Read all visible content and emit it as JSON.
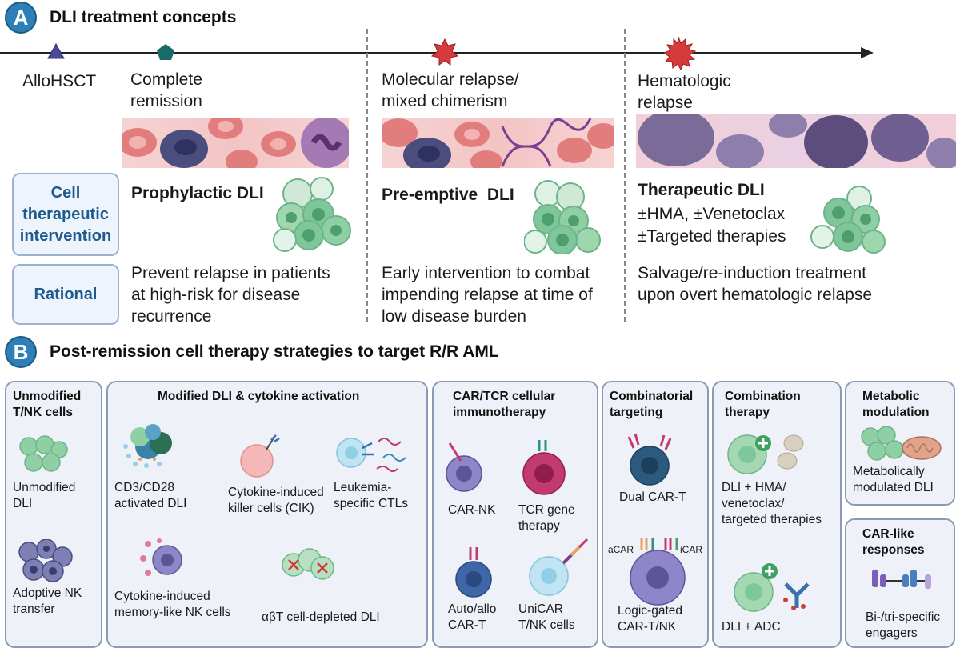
{
  "section_a": {
    "badge": "A",
    "title": "DLI treatment concepts",
    "timeline": {
      "start": "AlloHSCT",
      "stage1": [
        "Complete",
        "remission"
      ],
      "stage2": [
        "Molecular relapse/",
        "mixed chimerism"
      ],
      "stage3": [
        "Hematologic",
        "relapse"
      ]
    },
    "row_labels": {
      "intervention": [
        "Cell",
        "therapeutic",
        "intervention"
      ],
      "rationale": "Rational"
    },
    "columns": [
      {
        "heading": "Prophylactic DLI",
        "extra": [],
        "rationale": [
          "Prevent relapse in patients",
          "at high-risk for disease",
          "recurrence"
        ]
      },
      {
        "heading": "Pre-emptive  DLI",
        "extra": [],
        "rationale": [
          "Early intervention to combat",
          "impending relapse at time of",
          "low disease burden"
        ]
      },
      {
        "heading": "Therapeutic DLI",
        "extra": [
          "±HMA, ±Venetoclax",
          "±Targeted therapies"
        ],
        "rationale": [
          "Salvage/re-induction treatment",
          "upon overt hematologic relapse"
        ]
      }
    ]
  },
  "section_b": {
    "badge": "B",
    "title": "Post-remission cell therapy strategies to target R/R AML",
    "panels": {
      "unmodified": {
        "title": [
          "Unmodified",
          "T/NK cells"
        ],
        "items": [
          [
            "Unmodified",
            "DLI"
          ],
          [
            "Adoptive NK",
            "transfer"
          ]
        ]
      },
      "modified": {
        "title": "Modified DLI & cytokine activation",
        "items": [
          [
            "CD3/CD28",
            "activated DLI"
          ],
          [
            "Cytokine-induced",
            "killer cells (CIK)"
          ],
          [
            "Leukemia-",
            "specific CTLs"
          ],
          [
            "Cytokine-induced",
            "memory-like NK cells"
          ],
          [
            "αβT cell-depleted DLI"
          ]
        ]
      },
      "car_tcr": {
        "title": [
          "CAR/TCR cellular",
          "immunotherapy"
        ],
        "items": [
          [
            "CAR-NK"
          ],
          [
            "TCR gene",
            "therapy"
          ],
          [
            "Auto/allo",
            "CAR-T"
          ],
          [
            "UniCAR",
            "T/NK cells"
          ]
        ]
      },
      "combinatorial": {
        "title": [
          "Combinatorial",
          "targeting"
        ],
        "items": [
          [
            "Dual CAR-T"
          ],
          [
            "Logic-gated",
            "CAR-T/NK"
          ]
        ],
        "labels": {
          "acar": "aCAR",
          "icar": "iCAR"
        }
      },
      "combination": {
        "title": [
          "Combination",
          "therapy"
        ],
        "items": [
          [
            "DLI + HMA/",
            "venetoclax/",
            "targeted therapies"
          ],
          [
            "DLI + ADC"
          ]
        ]
      },
      "metabolic": {
        "title": [
          "Metabolic",
          "modulation"
        ],
        "items": [
          [
            "Metabolically",
            "modulated DLI"
          ]
        ]
      },
      "carlike": {
        "title": [
          "CAR-like",
          "responses"
        ],
        "items": [
          [
            "Bi-/tri-specific",
            "engagers"
          ]
        ]
      }
    }
  },
  "colors": {
    "badge": "#2e7fb8",
    "box_border": "#9ab3d3",
    "box_text": "#1f5a8f",
    "panel_border": "#8b9bb7",
    "panel_fill": "#eef1f7",
    "tcell": "#7fc79a",
    "rbc": "#e78a8a",
    "star": "#d63a3a",
    "pentagon": "#1c6b6b",
    "triangle": "#4b4a9a"
  },
  "icons": [
    "triangle-marker-icon",
    "pentagon-marker-icon",
    "star-marker-icon",
    "burst-marker-icon",
    "t-cell-cluster-icon",
    "blood-smear-icon",
    "dna-icon"
  ]
}
